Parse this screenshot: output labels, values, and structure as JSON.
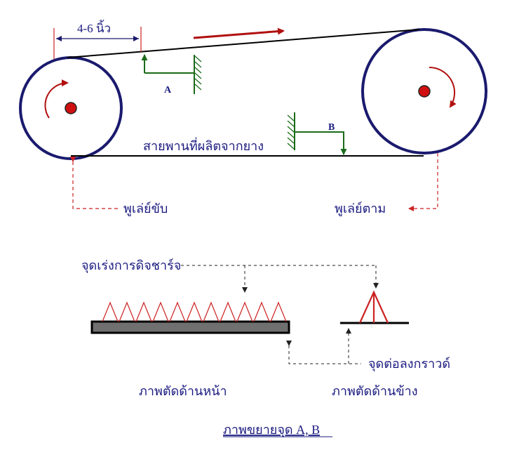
{
  "diagram": {
    "distance_label": "4-6 นิ้ว",
    "point_a_label": "A",
    "point_b_label": "B",
    "belt_label": "สายพานที่ผลิตจากยาง",
    "driver_pulley_label": "พูเล่ย์ขับ",
    "driven_pulley_label": "พูเล่ย์ตาม",
    "discharge_points_label": "จุดเร่งการดิจชาร์จ",
    "ground_point_label": "จุดต่อลงกราวด์",
    "front_section_label": "ภาพตัดด้านหน้า",
    "side_section_label": "ภาพตัดด้านข้าง",
    "caption": "ภาพขยายจุด A, B"
  },
  "colors": {
    "pulley_outline": "#1a1a6e",
    "belt": "#000000",
    "rotation_arrow": "#b01010",
    "hub": "#d01010",
    "ground_symbol": "#1a6a1a",
    "label_text": "#1a1a80",
    "leader_line": "#cc2222",
    "brush_spikes": "#cc2222",
    "brush_bar": "#707070"
  }
}
